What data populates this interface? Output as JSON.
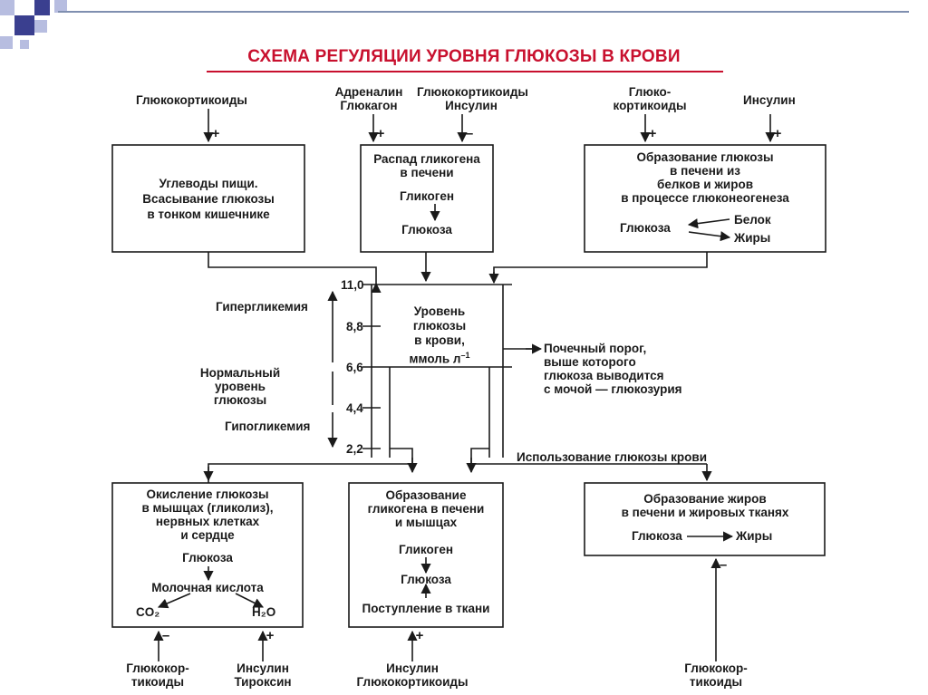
{
  "title": "СХЕМА РЕГУЛЯЦИИ УРОВНЯ ГЛЮКОЗЫ В КРОВИ",
  "colors": {
    "title": "#c8102e",
    "accent_dark": "#3a3f8f",
    "accent_light": "#b7bde0",
    "line": "#1a1a1a"
  },
  "top": {
    "reg1": "Глюкокортикоиды",
    "reg2": "Адреналин\nГлюкагон",
    "reg3": "Глюкокортикоиды\nИнсулин",
    "reg4": "Глюко-\nкортикоиды",
    "reg5": "Инсулин",
    "box1": "Углеводы пищи.\nВсасывание глюкозы\nв тонком кишечнике",
    "box2_title": "Распад гликогена\nв печени",
    "box2_glycogen": "Гликоген",
    "box2_glucose": "Глюкоза",
    "box3_title": "Образование глюкозы\nв печени из\nбелков и жиров\nв процессе глюконеогенеза",
    "box3_protein": "Белок",
    "box3_glucose": "Глюкоза",
    "box3_fats": "Жиры"
  },
  "middle": {
    "levels": [
      "11,0",
      "8,8",
      "6,6",
      "4,4",
      "2,2"
    ],
    "hyper": "Гипергликемия",
    "normal": "Нормальный\nуровень\nглюкозы",
    "hypo": "Гипогликемия",
    "level_label": "Уровень\nглюкозы\nв крови,\nммоль л",
    "level_sup": "–1",
    "renal": "Почечный порог,\nвыше которого\nглюкоза выводится\nс мочой — глюкозурия",
    "usage": "Использование глюкозы крови"
  },
  "bottom": {
    "box4_title": "Окисление глюкозы\nв мышцах (гликолиз),\nнервных клетках\nи сердце",
    "box4_glucose": "Глюкоза",
    "box4_lactate": "Молочная кислота",
    "box4_co2": "CO₂",
    "box4_h2o": "H₂O",
    "box5_title": "Образование\nгликогена в печени\nи мышцах",
    "box5_glycogen": "Гликоген",
    "box5_glucose": "Глюкоза",
    "box5_uptake": "Поступление в ткани",
    "box6_title": "Образование жиров\nв печени и жировых тканях",
    "box6_glucose": "Глюкоза",
    "box6_fats": "Жиры",
    "reg6": "Глюкокор-\nтикоиды",
    "reg7": "Инсулин\nТироксин",
    "reg8": "Инсулин\nГлюкокортикоиды",
    "reg9": "Глюкокор-\nтикоиды"
  }
}
